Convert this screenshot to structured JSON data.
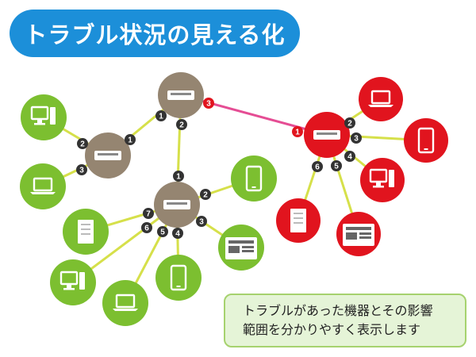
{
  "title": "トラブル状況の見える化",
  "note": {
    "line1": "トラブルがあった機器とその影響",
    "line2": "範囲を分かりやすく表示します"
  },
  "colors": {
    "title_bg": "#1c8fd9",
    "normal_device": "#7cbf30",
    "trouble_device": "#e1141e",
    "hub": "#958571",
    "normal_link": "#d6e04a",
    "trouble_link": "#e54d94",
    "port_badge": "#333333",
    "trouble_port_badge": "#e1141e",
    "note_bg": "#e5f4d7",
    "note_border": "#a6d26e"
  },
  "network": {
    "hubs": [
      {
        "id": "hub-top",
        "status": "normal",
        "icon": "switch-icon"
      },
      {
        "id": "hub-left",
        "status": "normal",
        "icon": "switch-icon"
      },
      {
        "id": "hub-center",
        "status": "normal",
        "icon": "switch-icon"
      },
      {
        "id": "hub-right",
        "status": "trouble",
        "icon": "switch-icon"
      }
    ],
    "devices": [
      {
        "id": "left-desktop",
        "status": "normal",
        "icon": "desktop-icon"
      },
      {
        "id": "left-laptop",
        "status": "normal",
        "icon": "laptop-icon"
      },
      {
        "id": "center-tablet",
        "status": "normal",
        "icon": "tablet-icon"
      },
      {
        "id": "center-server",
        "status": "normal",
        "icon": "server-icon"
      },
      {
        "id": "center-server-rack",
        "status": "normal",
        "icon": "server-rack-icon"
      },
      {
        "id": "center-tablet-lower",
        "status": "normal",
        "icon": "tablet-icon"
      },
      {
        "id": "center-laptop",
        "status": "normal",
        "icon": "laptop-icon"
      },
      {
        "id": "center-desktop",
        "status": "normal",
        "icon": "desktop-icon"
      },
      {
        "id": "right-laptop",
        "status": "trouble",
        "icon": "laptop-icon"
      },
      {
        "id": "right-tablet",
        "status": "trouble",
        "icon": "tablet-icon"
      },
      {
        "id": "right-desktop",
        "status": "trouble",
        "icon": "desktop-icon"
      },
      {
        "id": "right-server",
        "status": "trouble",
        "icon": "server-icon"
      },
      {
        "id": "right-server-rack",
        "status": "trouble",
        "icon": "server-rack-icon"
      }
    ],
    "links": [
      {
        "from": "hub-top",
        "to": "hub-left",
        "port_from": "1",
        "port_to": "1",
        "status": "normal"
      },
      {
        "from": "hub-top",
        "to": "hub-center",
        "port_from": "2",
        "port_to": "1",
        "status": "normal"
      },
      {
        "from": "hub-top",
        "to": "hub-right",
        "port_from": "3",
        "port_to": "1",
        "status": "trouble"
      },
      {
        "from": "hub-left",
        "to": "left-desktop",
        "port_from": "2",
        "status": "normal"
      },
      {
        "from": "hub-left",
        "to": "left-laptop",
        "port_from": "3",
        "status": "normal"
      },
      {
        "from": "hub-center",
        "to": "center-tablet",
        "port_from": "2",
        "status": "normal"
      },
      {
        "from": "hub-center",
        "to": "center-server-rack",
        "port_from": "3",
        "status": "normal"
      },
      {
        "from": "hub-center",
        "to": "center-tablet-lower",
        "port_from": "4",
        "status": "normal"
      },
      {
        "from": "hub-center",
        "to": "center-laptop",
        "port_from": "5",
        "status": "normal"
      },
      {
        "from": "hub-center",
        "to": "center-desktop",
        "port_from": "6",
        "status": "normal"
      },
      {
        "from": "hub-center",
        "to": "center-server",
        "port_from": "7",
        "status": "normal"
      },
      {
        "from": "hub-right",
        "to": "right-laptop",
        "port_from": "2",
        "status": "trouble"
      },
      {
        "from": "hub-right",
        "to": "right-tablet",
        "port_from": "3",
        "status": "trouble"
      },
      {
        "from": "hub-right",
        "to": "right-desktop",
        "port_from": "4",
        "status": "trouble"
      },
      {
        "from": "hub-right",
        "to": "right-server-rack",
        "port_from": "5",
        "status": "trouble"
      },
      {
        "from": "hub-right",
        "to": "right-server",
        "port_from": "6",
        "status": "trouble"
      }
    ]
  }
}
